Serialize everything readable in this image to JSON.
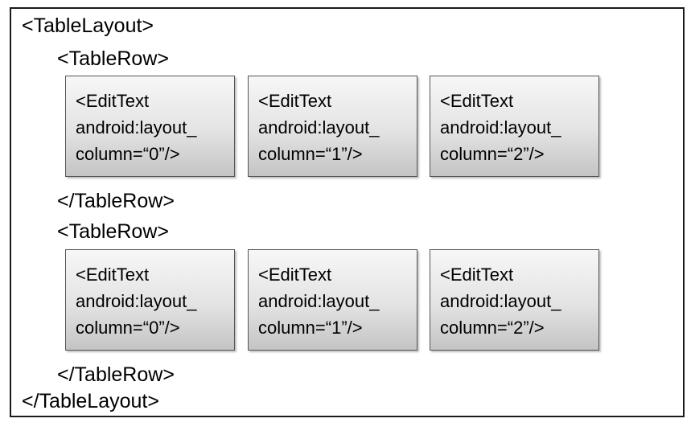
{
  "layout_open": "<TableLayout>",
  "layout_close": "</TableLayout>",
  "rows": [
    {
      "open": "<TableRow>",
      "close": "</TableRow>",
      "cells": [
        {
          "line1": "<EditText",
          "line2": "android:layout_",
          "line3": "column=“0”/>"
        },
        {
          "line1": "<EditText",
          "line2": "android:layout_",
          "line3": "column=“1”/>"
        },
        {
          "line1": "<EditText",
          "line2": "android:layout_",
          "line3": "column=“2”/>"
        }
      ]
    },
    {
      "open": "<TableRow>",
      "close": "</TableRow>",
      "cells": [
        {
          "line1": "<EditText",
          "line2": "android:layout_",
          "line3": "column=“0”/>"
        },
        {
          "line1": "<EditText",
          "line2": "android:layout_",
          "line3": "column=“1”/>"
        },
        {
          "line1": "<EditText",
          "line2": "android:layout_",
          "line3": "column=“2”/>"
        }
      ]
    }
  ]
}
